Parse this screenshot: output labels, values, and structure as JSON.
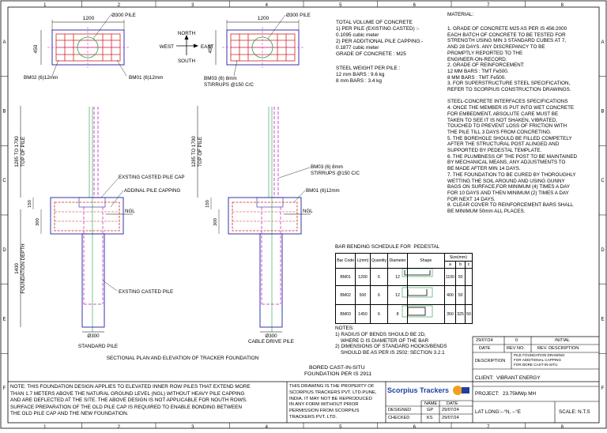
{
  "frame": {
    "col_labels": [
      "1",
      "2",
      "3",
      "4",
      "5",
      "6",
      "7",
      "8"
    ],
    "row_labels": [
      "A",
      "B",
      "C",
      "D",
      "E",
      "F"
    ]
  },
  "plan": {
    "dim_width": "1200",
    "dim_depth": "450",
    "pile_label": "Ø300 PILE",
    "bm01_label": "BM01 (6)12mm",
    "bm02_label": "BM02 (6)12mm",
    "bm03_label": "BM03 (6) 8mm",
    "stirrups_label": "STIRRUPS @150 C/C",
    "compass": {
      "north": "NORTH",
      "south": "SOUTH",
      "east": "EAST",
      "west": "WEST"
    }
  },
  "elevation": {
    "top_dim_label": "1285 TO 1700",
    "top_dim_sub": "TOP OF PILE",
    "d150": "150",
    "d300": "300",
    "found_depth_label": "1400",
    "found_depth_sub": "FOUNDATION DEPTH",
    "ngl": "NGL",
    "existing_cap": "EXSTING CASTED PILE CAP",
    "additional_cap": "ADDINAL PILE CAPPING",
    "existing_pile": "EXSTING CASTED PILE",
    "bm03_label": "BM03 (6) 8mm",
    "stirrups": "STIRRUPS @150 C/C",
    "bm01_label": "BM01 (6)12mm",
    "pile_dia": "Ø300",
    "standard_pile": "STANDARD PILE",
    "cable_drive_pile": "CABLE DRIVE PILE",
    "section_title": "SECTIONAL PLAN AND ELEVATION OF TRACKER FOUNDATION"
  },
  "concrete": {
    "title": "TOTAL VOLUME OF CONCRETE",
    "line1": "1) PER PILE (EXISTING CASTED) :-",
    "line2": "0.1095 cubic meter",
    "line3": "2) PER ADDITIONAL PILE CAPPING:-",
    "line4": "0.1877 cubic meter",
    "line5": "GRADE OF CONCRETE : M25",
    "steel_title": "STEEL WEIGHT PER PILE :",
    "steel1": "12 mm BARS : 9.6 kg",
    "steel2": "8 mm BARS : 3.4 kg"
  },
  "material": {
    "title": "MATERIAL:",
    "text": "1. GRADE OF CONCRETE M25 AS PER IS 456:2000\nEACH BATCH OF CONCRETE TO BE TESTED FOR\nSTRENGTH USING MIN 3 STANDARD CUBES AT 7,\nAND 28 DAYS. ANY DISCREPANCY TO BE\nPROMPTLY REPORTED TO THE\nENGINEER-ON-RECORD.\n2. GRADE OF REINFORCEMENT:\n12 MM BARS : TMT Fe500.\n8 MM BARS : TMT Fe500.\n3. FOR SUPERSTRUCTURE STEEL SPECIFICATION,\nREFER TO SCORPIUS CONSTRUCTION DRAWINGS.\n\nSTEEL-CONCRETE INTERFACES SPECIFICATIONS\n4. ONCE THE MEMBER IS PUT INTO WET CONCRETE\nFOR EMBEDMENT, ABSOLUTE CARE MUST BE\nTAKEN TO SEE IT IS NOT SHAKEN, VIBRATED,\nTOUCHED TO PREVENT LOSS OF FRICTION WITH\nTHE PILE TILL 3 DAYS FROM CONCRETING.\n5. THE BOREHOLE SHOULD BE FILLED COMPETELY\nAFTER THE STRUCTURAL POST ALINGED AND\nSUPPORTED BY PEDESTAL TEMPLATE.\n6. THE PLUMBNESS OF THE POST TO BE MAINTAINED\nBY MECHANICAL MEANS, ANY ADJUSTMENTS TO\nBE MADE AFTER MIN 14 DAYS.\n7. THE FOUNDATION TO BE CURED BY THOROUGHLY\nWETTING THE SOIL AROUND AND USING GUNNY\nBAGS ON SURFACE,FOR MINIMUM (4) TIMES A DAY\nFOR 10 DAYS AND THEN MINIMUM (2) TIMES A DAY\nFOR NEXT 14 DAYS.\n8. CLEAR COVER TO REINFORCEMENT BARS SHALL\nBE MINIMUM 50mm ALL PLACES."
  },
  "bbs": {
    "title": "BAR BENDING SCHEDULE FOR  PEDESTAL",
    "headers": [
      "Bar Code",
      "L(mm)",
      "Quantity",
      "Diameter",
      "Shape"
    ],
    "size_header": "Size(mm)",
    "size_cols": [
      "a",
      "b",
      "c"
    ],
    "rows": [
      {
        "code": "BM01",
        "length": "1200",
        "qty": "6",
        "dia": "12",
        "a": "1100",
        "b": "50",
        "c": ""
      },
      {
        "code": "BM02",
        "length": "500",
        "qty": "6",
        "dia": "12",
        "a": "400",
        "b": "50",
        "c": ""
      },
      {
        "code": "BM03",
        "length": "1450",
        "qty": "6",
        "dia": "8",
        "a": "350",
        "b": "325",
        "c": "50"
      }
    ]
  },
  "notes": {
    "title": "NOTES:",
    "text": "1) RADIUS OF BENDS SHOULD BE 2D,\n    WHERE D IS DIAMETER OF THE BAR\n2) DIMENSIONS OF STANDARD HOOKS/BENDS\n    SHOULD BE AS PER IS 2502: SECTION 3.2.1"
  },
  "bored": {
    "line1": "BORED CAST-IN-SITU",
    "line2": "FOUNDATION PER IS 2911"
  },
  "bottom_note": "NOTE: THIS FOUNDATION DESIGN APPLIES TO ELEVATED INNER ROW PILES THAT EXTEND MORE\nTHAN 1.7 METERS ABOVE THE NATURAL GROUND LEVEL (NGL) WITHOUT HEAVY PILE CAPPING\nAND ARE DEFLECTED AT THE SITE. THE ABOVE DESIGN IS NOT APPLICABLE FOR NOUTH ROWS.\nSURFACE PREPARATION OF THE OLD PILE CAP IS REQUIRED TO ENABLE BONDING BETWEEN\nTHE OLD PILE CAP AND THE NEW FOUNDATION.",
  "property_note": "THIS DRAWING IS THE PROPERTY OF\nSCORPIUS TRACKERS PVT. LTD.PUNE,\nINDIA. IT MAY NOT BE REPRODUCED\nIN ANY FORM WITHOUT PRIOR\nPERMISSION FROM SCORPIUS\nTRACKERS PVT. LTD.",
  "logo": {
    "text": "Scorpius Trackers"
  },
  "revision": {
    "date": "29/07/24",
    "rev": "0",
    "desc": "INITIAL",
    "head_date": "DATE",
    "head_rev": "REV NO.",
    "head_desc": "REV. DESCRIPTION"
  },
  "description": {
    "label": "DESCRIPTION",
    "value1": "PILE FOUNDATION DRAWING",
    "value2": "FOR ADDITIONAL CAPPING",
    "value3": "FOR BORE CAST-IN-SITU"
  },
  "client": {
    "label": "CLIENT:",
    "value": "VIBRANT ENERGY"
  },
  "project": {
    "label": "PROJECT:",
    "value": "23.75MWp MH"
  },
  "signoff": {
    "name_h": "NAME",
    "date_h": "DATE",
    "designed": "DESIGNED",
    "designed_name": "GP",
    "designed_date": "29/07/24",
    "checked": "CHECKED",
    "checked_name": "KS",
    "checked_date": "29/07/24"
  },
  "latlong": "LAT LONG:--°N, --°E",
  "scale": "SCALE: N.T.S",
  "colors": {
    "rebar": "#d42020",
    "outline": "#2020a0",
    "pile": "#c020c0",
    "axis": "#20a040"
  }
}
